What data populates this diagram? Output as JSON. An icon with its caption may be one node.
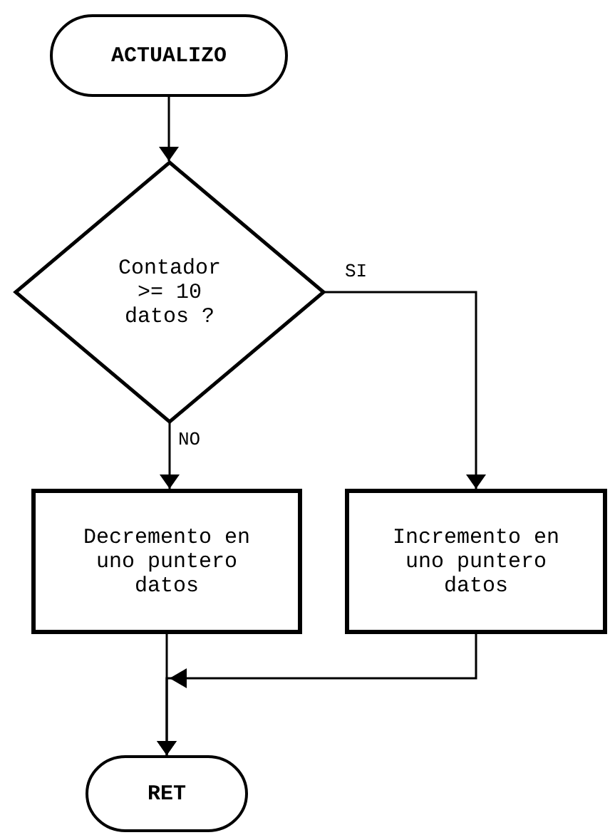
{
  "diagram": {
    "nodes": [
      {
        "text": [
          "ACTUALIZO"
        ]
      },
      {
        "text": [
          "Contador >= 10 datos ?"
        ]
      },
      {
        "text": [
          "Decremento en uno puntero datos"
        ]
      },
      {
        "text": [
          "Incremento en uno puntero datos"
        ]
      },
      {
        "text": [
          "RET"
        ]
      }
    ],
    "edges": [
      {
        "from": 0,
        "to": 1,
        "arrow": "to"
      },
      {
        "from": 1,
        "to": 2,
        "arrow": "to",
        "label": "NO"
      },
      {
        "from": 1,
        "to": 3,
        "arrow": "to",
        "label": "SI"
      },
      {
        "from": 2,
        "to": 4,
        "arrow": "to"
      },
      {
        "from": 3,
        "to": 4,
        "arrow": "to"
      }
    ]
  }
}
